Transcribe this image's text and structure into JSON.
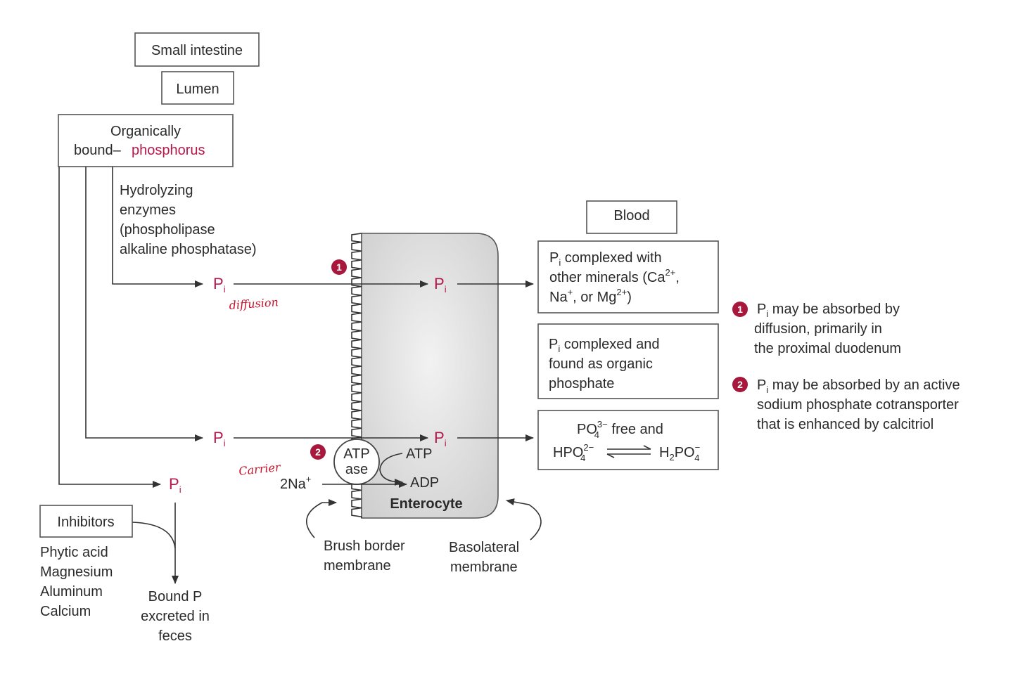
{
  "labels": {
    "small_intestine": "Small intestine",
    "lumen": "Lumen",
    "organically_1": "Organically",
    "organically_2a": "bound–",
    "organically_2b": "phosphorus",
    "hydro_1": "Hydrolyzing",
    "hydro_2": "enzymes",
    "hydro_3": "(phospholipase",
    "hydro_4": "alkaline phosphatase)",
    "blood": "Blood",
    "box1_l1": "complexed with",
    "box1_l2": "other minerals (Ca",
    "box1_l3a": "Na",
    "box1_l3b": ", or Mg",
    "box2_l1": "complexed and",
    "box2_l2": "found as organic",
    "box2_l3": "phosphate",
    "box3_l1": "free and",
    "inhibitors": "Inhibitors",
    "inhib_1": "Phytic acid",
    "inhib_2": "Magnesium",
    "inhib_3": "Aluminum",
    "inhib_4": "Calcium",
    "bound_1": "Bound P",
    "bound_2": "excreted in",
    "bound_3": "feces",
    "brush_1": "Brush border",
    "brush_2": "membrane",
    "baso_1": "Basolateral",
    "baso_2": "membrane",
    "enterocyte": "Enterocyte",
    "atpase_1": "ATP",
    "atpase_2": "ase",
    "atp": "ATP",
    "adp": "ADP",
    "two_na": "2Na",
    "handwritten_diffusion": "diffusion",
    "handwritten_carrier": "Carrier"
  },
  "notes": {
    "note1_l1": "may be absorbed by",
    "note1_l2": "diffusion, primarily in",
    "note1_l3": "the proximal duodenum",
    "note2_l1": "may be absorbed by an active",
    "note2_l2": "sodium phosphate cotransporter",
    "note2_l3": "that is enhanced by calcitriol"
  },
  "markers": {
    "one": "1",
    "two": "2"
  },
  "colors": {
    "accent": "#b5184a",
    "cell_fill": "#e4e4e4",
    "handwriting": "#c4122a"
  }
}
